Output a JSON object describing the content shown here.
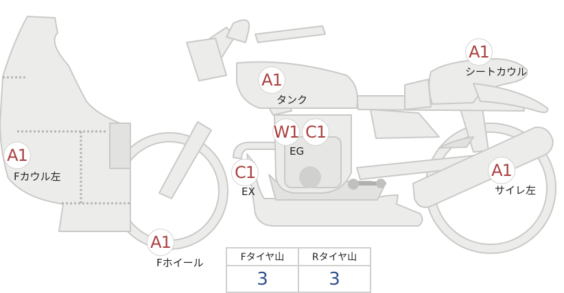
{
  "parts": {
    "front_cowl_left": {
      "code": "A1",
      "label": "Fカウル左"
    },
    "front_wheel": {
      "code": "A1",
      "label": "Fホイール"
    },
    "tank": {
      "code": "A1",
      "label": "タンク"
    },
    "seat_cowl": {
      "code": "A1",
      "label": "シートカウル"
    },
    "silencer_left": {
      "code": "A1",
      "label": "サイレ左"
    },
    "engine": {
      "codes": [
        "W1",
        "C1"
      ],
      "label": "EG"
    },
    "exhaust": {
      "code": "C1",
      "label": "EX"
    }
  },
  "tire_table": {
    "headers": [
      "Fタイヤ山",
      "Rタイヤ山"
    ],
    "values": [
      "3",
      "3"
    ]
  },
  "colors": {
    "body_fill": "#ececea",
    "body_stroke": "#c9c9c7",
    "code_text": "#a8403f",
    "value_text": "#34518c"
  }
}
